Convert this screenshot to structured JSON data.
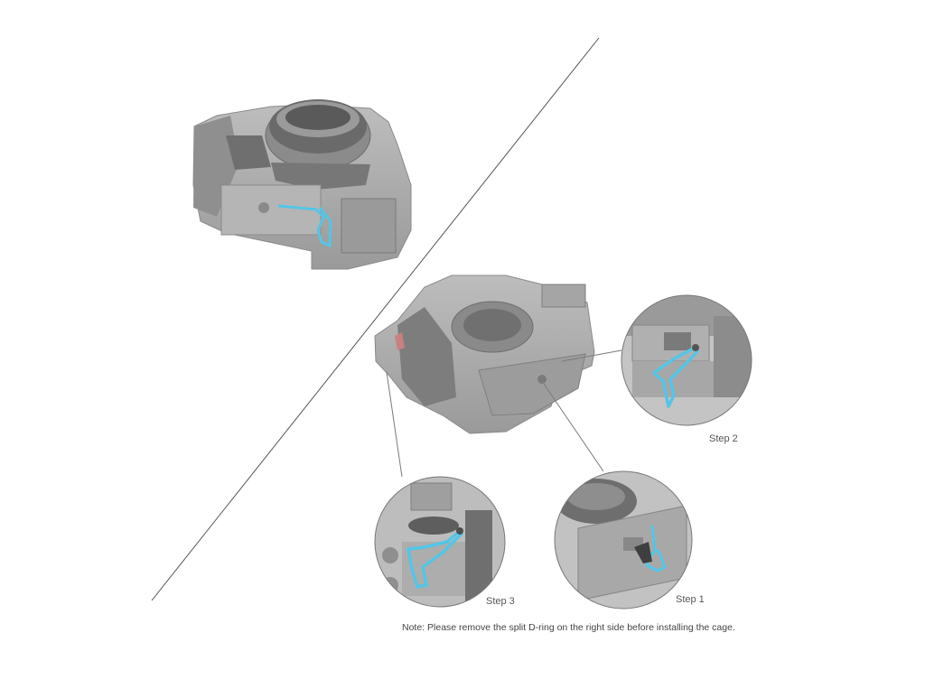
{
  "steps": [
    {
      "label": "Step 1"
    },
    {
      "label": "Step 2"
    },
    {
      "label": "Step 3"
    }
  ],
  "note": "Note: Please remove the split D-ring on the right side before installing the cage.",
  "colors": {
    "background": "#ffffff",
    "cage_gray": "#a9a9a9",
    "cage_dark": "#7c7c7c",
    "highlight_cyan": "#53c6e8",
    "divider_line": "#555555"
  },
  "icons": [
    "camera-with-cage",
    "d-ring-tool"
  ]
}
